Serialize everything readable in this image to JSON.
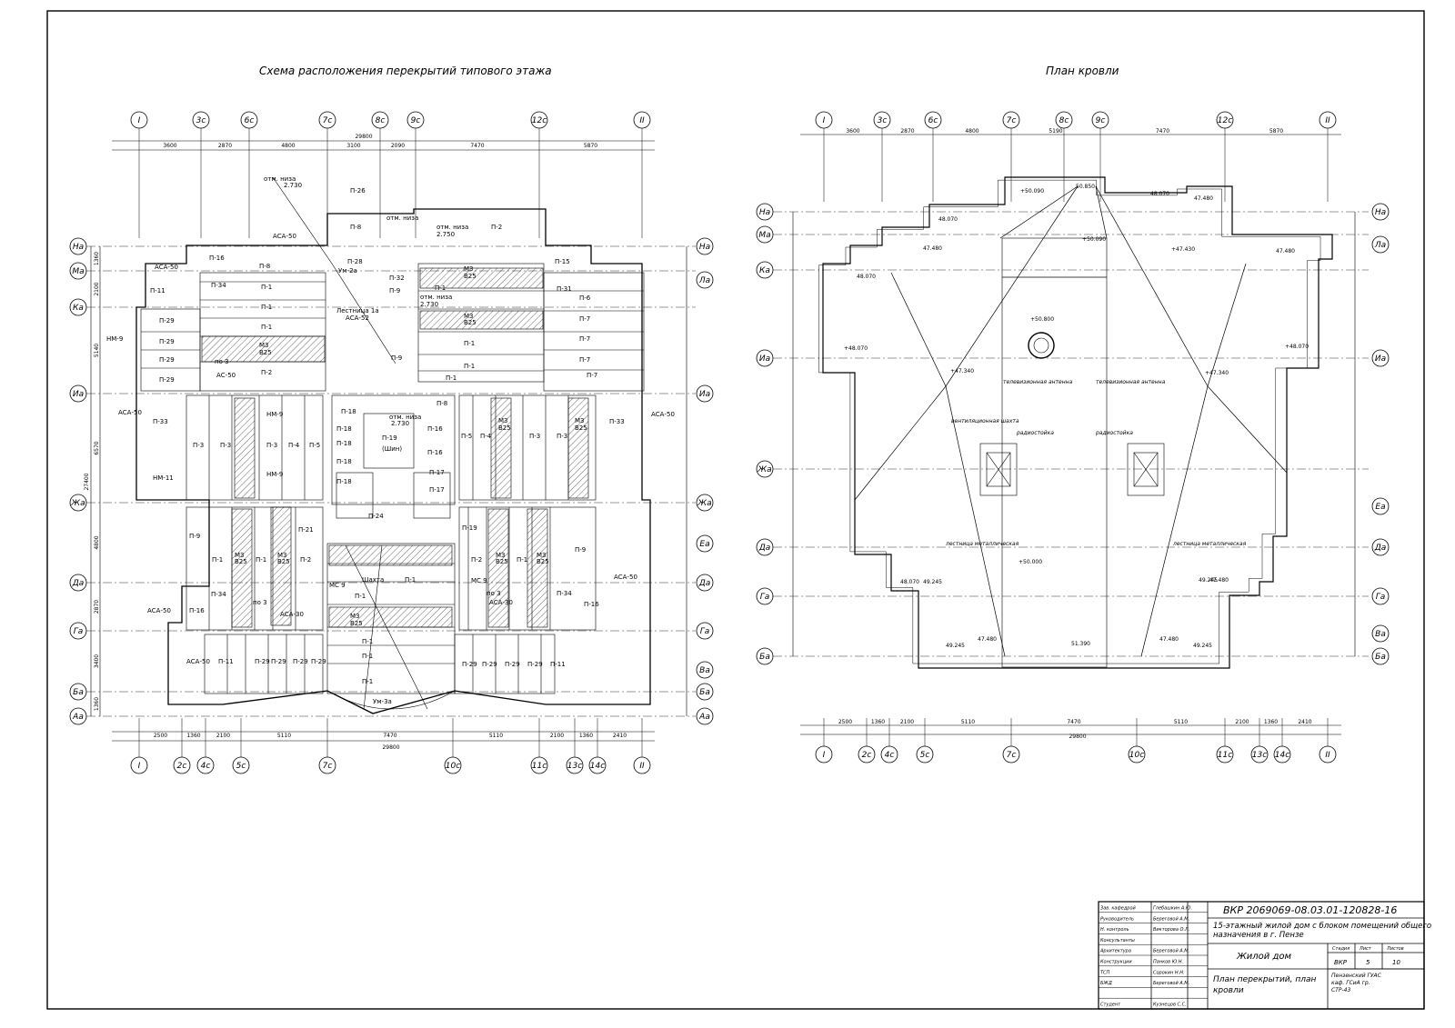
{
  "titles": {
    "left": "Схема расположения перекрытий типового этажа",
    "right": "План кровли"
  },
  "axes": {
    "vertical_left": [
      "I",
      "3c",
      "6c",
      "7c",
      "8c",
      "9c",
      "12c",
      "II"
    ],
    "vertical_right": [
      "I",
      "3c",
      "6c",
      "7c",
      "8c",
      "9c",
      "12c",
      "II"
    ],
    "bottom": [
      "I",
      "2c",
      "4c",
      "5c",
      "7c",
      "10c",
      "11c",
      "13c",
      "14c",
      "II"
    ],
    "rows_left": [
      "На",
      "Ма",
      "Ка",
      "Иа",
      "Жа",
      "Да",
      "Га",
      "Ба",
      "Аа"
    ],
    "rows_left_right": [
      "На",
      "Ла",
      "Иа",
      "Жа",
      "Еа",
      "Да",
      "Га",
      "Ва",
      "Ба",
      "Аа"
    ],
    "rows_right_left": [
      "На",
      "Ма",
      "Ка",
      "Иа",
      "Жа",
      "Да",
      "Га",
      "Ба"
    ],
    "rows_right_right": [
      "На",
      "Ла",
      "Иа",
      "Еа",
      "Да",
      "Га",
      "Ва",
      "Ба"
    ]
  },
  "dims": {
    "top_left": [
      "3600",
      "2870",
      "4800",
      "3100",
      "2090",
      "7470",
      "5870"
    ],
    "top_total": "29800",
    "bottom": [
      "2500",
      "1360",
      "2100",
      "5110",
      "7470",
      "5110",
      "2100",
      "1360",
      "2410"
    ],
    "bottom_total": "29800",
    "side_left": [
      "1360",
      "2100",
      "5140",
      "6570",
      "4800",
      "2870",
      "3400",
      "1360"
    ],
    "side_total": "27400",
    "top_right": [
      "3600",
      "2870",
      "4800",
      "5190",
      "7470",
      "5870"
    ],
    "bottom_right": [
      "2500",
      "1360",
      "2100",
      "5110",
      "7470",
      "5110",
      "2100",
      "1360",
      "2410"
    ],
    "bottom_right_total": "29800"
  },
  "slabs": {
    "p1": "П-1",
    "p2": "П-2",
    "p3": "П-3",
    "p4": "П-4",
    "p5": "П-5",
    "p6": "П-6",
    "p7": "П-7",
    "p8": "П-8",
    "p9": "П-9",
    "p11": "П-11",
    "p15": "П-15",
    "p16": "П-16",
    "p17": "П-17",
    "p18": "П-18",
    "p19": "П-19",
    "p21": "П-21",
    "p24": "П-24",
    "p26": "П-26",
    "p28": "П-28",
    "p29": "П-29",
    "p31": "П-31",
    "p32": "П-32",
    "p33": "П-33",
    "p34": "П-34",
    "m3": "М3",
    "b25": "В25",
    "nm9": "НМ-9",
    "nm11": "НМ-11",
    "ms9": "МС 9",
    "um2a": "Ум-2а",
    "um3a": "Ум-3а",
    "lestnica": "Лестница 1а",
    "asa52": "АСА-52",
    "asa50": "АСА-50",
    "asa30": "АСА-30",
    "ac50": "АС-50",
    "po3": "по 3",
    "otm_niza": "отм. низа",
    "otm_2730": "2.730",
    "otm_2750": "2.750",
    "shahta": "Шахта",
    "shun": "(Шин)"
  },
  "roof": {
    "elev": [
      "+50.090",
      "50.850",
      "48.070",
      "47.480",
      "+47.430",
      "+50.800",
      "+48.070",
      "+47.340",
      "+50.090",
      "+50.000",
      "49.245",
      "51.390",
      "47.480",
      "47.480",
      "47.480",
      "48.070"
    ],
    "notes": {
      "tv": "телевизионная антенна",
      "radio": "радиостойка",
      "vent": "вентиляционная шахта",
      "ladder": "лестница металлическая"
    }
  },
  "title_block": {
    "code": "ВКР 2069069-08.03.01-120828-16",
    "desc": "15-этажный жилой дом с блоком помещений общего назначения в г. Пензе",
    "object": "Жилой дом",
    "sheet_title": "План перекрытий, план кровли",
    "org": "Пензенский ГУАС каф. ГСиА гр. СТР-43",
    "stage_label": "Стадия",
    "sheet_label": "Лист",
    "sheets_label": "Листов",
    "stage": "ВКР",
    "sheet": "5",
    "sheets": "10",
    "rows": [
      {
        "role": "Зав. кафедрой",
        "name": "Глебашкин А.Ю."
      },
      {
        "role": "Руководитель",
        "name": "Береговой А.М."
      },
      {
        "role": "Н. контроль",
        "name": "Викторова О.Л."
      },
      {
        "role": "Консультанты",
        "name": ""
      },
      {
        "role": "Архитектура",
        "name": "Береговой А.М."
      },
      {
        "role": "Конструкции",
        "name": "Панков Ю.Н."
      },
      {
        "role": "ТСП",
        "name": "Сорокин Н.Н."
      },
      {
        "role": "БЖД",
        "name": "Береговой А.М."
      },
      {
        "role": "",
        "name": ""
      },
      {
        "role": "Студент",
        "name": "Кузнецов С.С."
      }
    ]
  }
}
